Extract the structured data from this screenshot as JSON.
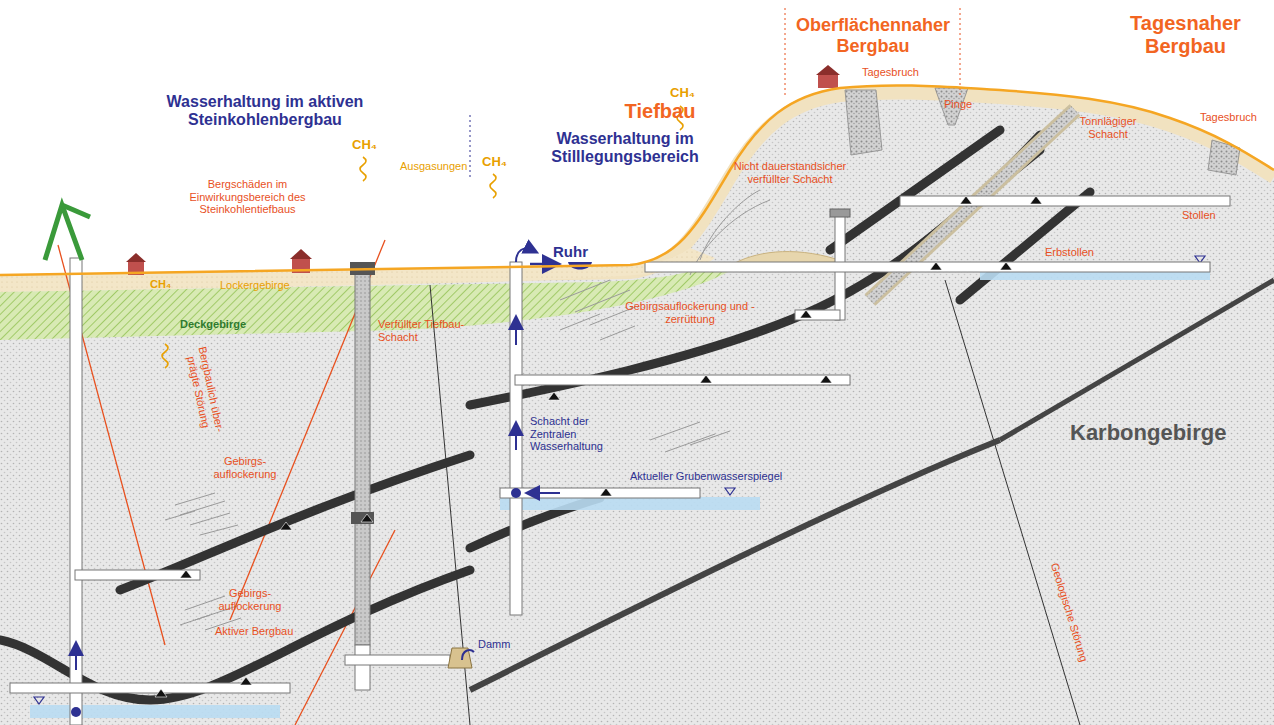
{
  "diagram": {
    "labels": [
      "Tiefbau",
      "Oberflächennaher Bergbau",
      "Tagesnaher Bergbau",
      "Wasserhaltung im aktiven Steinkohlenbergbau",
      "Wasserhaltung im Stilllegungsbereich",
      "Bergschäden im Einwirkungsbereich des Steinkohlentiefbaus",
      "CH₄",
      "Ausgasungen",
      "CH₄",
      "CH₄",
      "Lockergebirge",
      "Deckgebirge",
      "Bergbaulich über- prägte Störung",
      "Verfüllter Tiefbau-Schacht",
      "Ruhr",
      "CH₄",
      "Nicht dauerstandsicher verfüllter Schacht",
      "Tagesbruch",
      "Pinge",
      "Tonnlägiger Schacht",
      "Tagesbruch",
      "Stollen",
      "Erbstollen",
      "Gebirgsauflockerung und -zerrüttung",
      "Schacht der Zentralen Wasserhaltung",
      "Aktueller Grubenwasserspiegel",
      "Damm",
      "Gebirgs- auflockerung",
      "Gebirgs- auflockerung",
      "Aktiver Bergbau",
      "Karbongebirge",
      "Geologische Störung"
    ]
  }
}
